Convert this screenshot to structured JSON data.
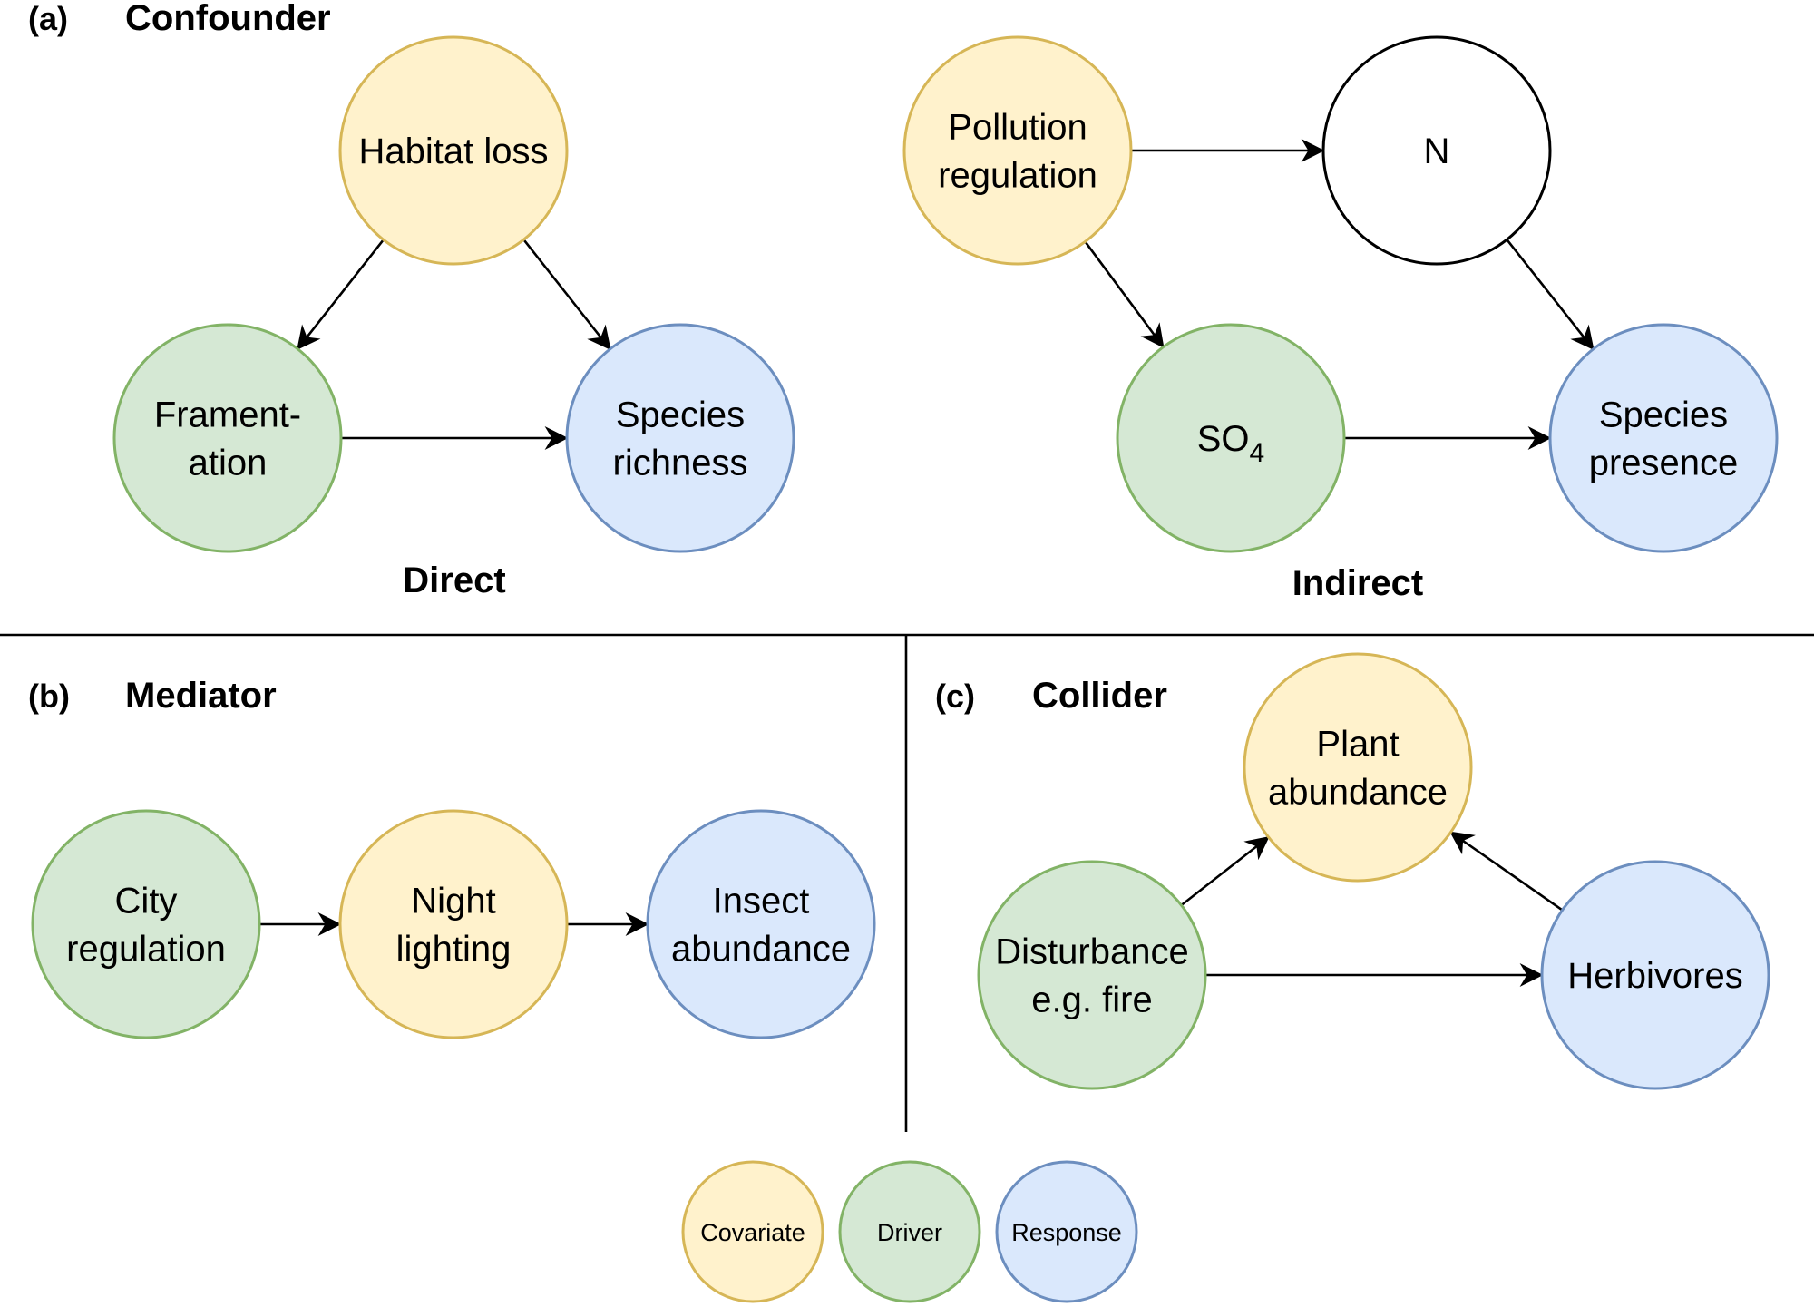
{
  "styles": {
    "covariate": {
      "fill": "#fff2cc",
      "stroke": "#d6b656"
    },
    "driver": {
      "fill": "#d5e8d4",
      "stroke": "#82b366"
    },
    "response": {
      "fill": "#dae8fc",
      "stroke": "#6c8ebf"
    },
    "neutral": {
      "fill": "#ffffff",
      "stroke": "#000000"
    }
  },
  "panels": {
    "a": {
      "letter": "(a)",
      "title": "Confounder",
      "direct_label": "Direct",
      "indirect_label": "Indirect"
    },
    "b": {
      "letter": "(b)",
      "title": "Mediator"
    },
    "c": {
      "letter": "(c)",
      "title": "Collider"
    }
  },
  "nodes": [
    {
      "id": "habitat_loss",
      "panel": "a",
      "role": "covariate",
      "lines": [
        "Habitat loss"
      ]
    },
    {
      "id": "fragmentation",
      "panel": "a",
      "role": "driver",
      "lines": [
        "Frament-",
        "ation"
      ]
    },
    {
      "id": "species_richness",
      "panel": "a",
      "role": "response",
      "lines": [
        "Species",
        "richness"
      ]
    },
    {
      "id": "pollution_regulation",
      "panel": "a",
      "role": "covariate",
      "lines": [
        "Pollution",
        "regulation"
      ]
    },
    {
      "id": "n",
      "panel": "a",
      "role": "neutral",
      "lines": [
        "N"
      ]
    },
    {
      "id": "so4",
      "panel": "a",
      "role": "driver",
      "lines": [
        "SO"
      ],
      "subscript": "4"
    },
    {
      "id": "species_presence",
      "panel": "a",
      "role": "response",
      "lines": [
        "Species",
        "presence"
      ]
    },
    {
      "id": "city_regulation",
      "panel": "b",
      "role": "driver",
      "lines": [
        "City",
        "regulation"
      ]
    },
    {
      "id": "night_lighting",
      "panel": "b",
      "role": "covariate",
      "lines": [
        "Night",
        "lighting"
      ]
    },
    {
      "id": "insect_abundance",
      "panel": "b",
      "role": "response",
      "lines": [
        "Insect",
        "abundance"
      ]
    },
    {
      "id": "plant_abundance",
      "panel": "c",
      "role": "covariate",
      "lines": [
        "Plant",
        "abundance"
      ]
    },
    {
      "id": "disturbance",
      "panel": "c",
      "role": "driver",
      "lines": [
        "Disturbance",
        "e.g. fire"
      ]
    },
    {
      "id": "herbivores",
      "panel": "c",
      "role": "response",
      "lines": [
        "Herbivores"
      ]
    }
  ],
  "edges": [
    {
      "from": "habitat_loss",
      "to": "fragmentation"
    },
    {
      "from": "habitat_loss",
      "to": "species_richness"
    },
    {
      "from": "fragmentation",
      "to": "species_richness"
    },
    {
      "from": "pollution_regulation",
      "to": "n"
    },
    {
      "from": "pollution_regulation",
      "to": "so4"
    },
    {
      "from": "n",
      "to": "species_presence"
    },
    {
      "from": "so4",
      "to": "species_presence"
    },
    {
      "from": "city_regulation",
      "to": "night_lighting"
    },
    {
      "from": "night_lighting",
      "to": "insect_abundance"
    },
    {
      "from": "disturbance",
      "to": "plant_abundance"
    },
    {
      "from": "herbivores",
      "to": "plant_abundance"
    },
    {
      "from": "disturbance",
      "to": "herbivores"
    }
  ],
  "legend": [
    {
      "role": "covariate",
      "label": "Covariate"
    },
    {
      "role": "driver",
      "label": "Driver"
    },
    {
      "role": "response",
      "label": "Response"
    }
  ]
}
